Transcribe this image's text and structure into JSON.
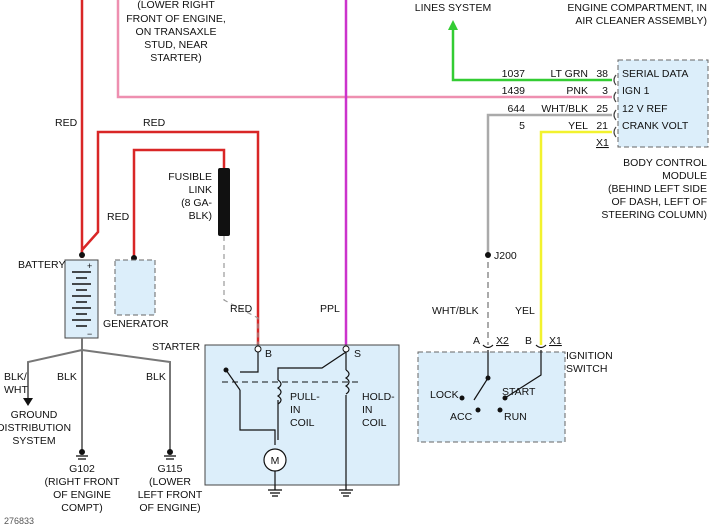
{
  "labels": {
    "starter_mount_note": [
      "(LOWER RIGHT",
      "FRONT OF ENGINE,",
      "ON TRANSAXLE",
      "STUD, NEAR",
      "STARTER)"
    ],
    "lines_system": "LINES SYSTEM",
    "engine_compartment": [
      "ENGINE COMPARTMENT, IN",
      "AIR CLEANER ASSEMBLY)"
    ],
    "red_left": "RED",
    "red_top": "RED",
    "red_gen": "RED",
    "red_starter": "RED",
    "fusible_link": [
      "FUSIBLE",
      "LINK",
      "(8 GA-",
      "BLK)"
    ],
    "battery": "BATTERY",
    "generator": "GENERATOR",
    "starter": "STARTER",
    "ppl": "PPL",
    "blk_wht": [
      "BLK/",
      "WHT"
    ],
    "blk1": "BLK",
    "blk2": "BLK",
    "ground_distribution": [
      "GROUND",
      "DISTRIBUTION",
      "SYSTEM"
    ],
    "g102": [
      "G102",
      "(RIGHT FRONT",
      "OF ENGINE",
      "COMPT)"
    ],
    "g115": [
      "G115",
      "(LOWER",
      "LEFT FRONT",
      "OF ENGINE)"
    ],
    "pull_in_coil": [
      "PULL-",
      "IN",
      "COIL"
    ],
    "hold_in_coil": [
      "HOLD-",
      "IN",
      "COIL"
    ],
    "starter_b": "B",
    "starter_s": "S",
    "motor": "M",
    "wht_blk": "WHT/BLK",
    "yel": "YEL",
    "j200": "J200",
    "ign_a": "A",
    "ign_x2": "X2",
    "ign_b": "B",
    "ign_x1": "X1",
    "ignition_switch": [
      "IGNITION",
      "SWITCH"
    ],
    "lock": "LOCK",
    "acc": "ACC",
    "start": "START",
    "run": "RUN",
    "bcm_title": [
      "BODY CONTROL",
      "MODULE",
      "(BEHIND LEFT SIDE",
      "OF DASH, LEFT OF",
      "STEERING COLUMN)"
    ],
    "bcm_x1": "X1",
    "footer_id": "276833"
  },
  "bcm_pins": [
    {
      "circuit": "1037",
      "color_label": "LT GRN",
      "pin": "38",
      "name": "SERIAL DATA",
      "wire_color": "#33cc33"
    },
    {
      "circuit": "1439",
      "color_label": "PNK",
      "pin": "3",
      "name": "IGN 1",
      "wire_color": "#ee8fb0"
    },
    {
      "circuit": "644",
      "color_label": "WHT/BLK",
      "pin": "25",
      "name": "12 V REF",
      "wire_color": "#aaaaaa"
    },
    {
      "circuit": "5",
      "color_label": "YEL",
      "pin": "21",
      "name": "CRANK VOLT",
      "wire_color": "#f2f22e"
    }
  ],
  "colors": {
    "red_wire": "#d92626",
    "ppl_wire": "#cc33cc",
    "component_fill": "#dceefa",
    "ground_wire": "#777777"
  }
}
